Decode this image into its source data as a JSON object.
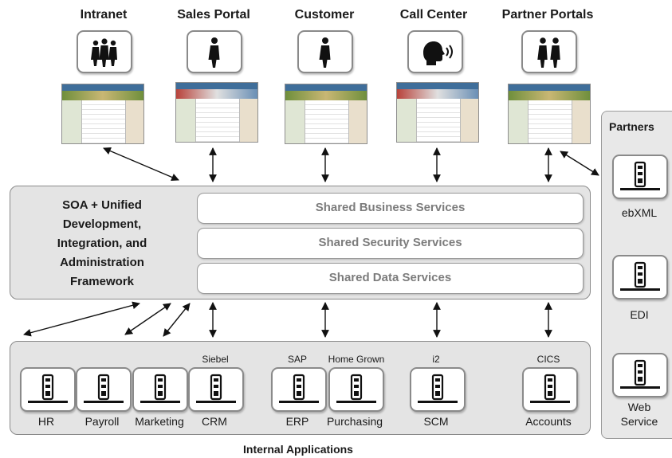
{
  "channels": [
    {
      "label": "Intranet",
      "icon": "group-icon"
    },
    {
      "label": "Sales Portal",
      "icon": "person-icon"
    },
    {
      "label": "Customer",
      "icon": "person-icon"
    },
    {
      "label": "Call Center",
      "icon": "speaking-head-icon"
    },
    {
      "label": "Partner Portals",
      "icon": "two-people-icon"
    }
  ],
  "framework": {
    "label_lines": [
      "SOA + Unified",
      "Development,",
      "Integration, and",
      "Administration",
      "Framework"
    ],
    "services": [
      "Shared Business Services",
      "Shared Security Services",
      "Shared Data Services"
    ]
  },
  "internal": {
    "title": "Internal Applications",
    "apps": [
      {
        "label": "HR",
        "vendor": ""
      },
      {
        "label": "Payroll",
        "vendor": ""
      },
      {
        "label": "Marketing",
        "vendor": ""
      },
      {
        "label": "CRM",
        "vendor": "Siebel"
      },
      {
        "label": "ERP",
        "vendor": "SAP"
      },
      {
        "label": "Purchasing",
        "vendor": "Home Grown"
      },
      {
        "label": "SCM",
        "vendor": "i2"
      },
      {
        "label": "Accounts",
        "vendor": "CICS"
      }
    ]
  },
  "partners": {
    "title": "Partners",
    "items": [
      {
        "label": "ebXML"
      },
      {
        "label": "EDI"
      },
      {
        "label": "Web Service"
      }
    ]
  },
  "colors": {
    "frame_fill": "#e4e4e4",
    "border": "#8a8a8a",
    "service_text": "#7c7c7c",
    "text": "#1a1a1a"
  }
}
